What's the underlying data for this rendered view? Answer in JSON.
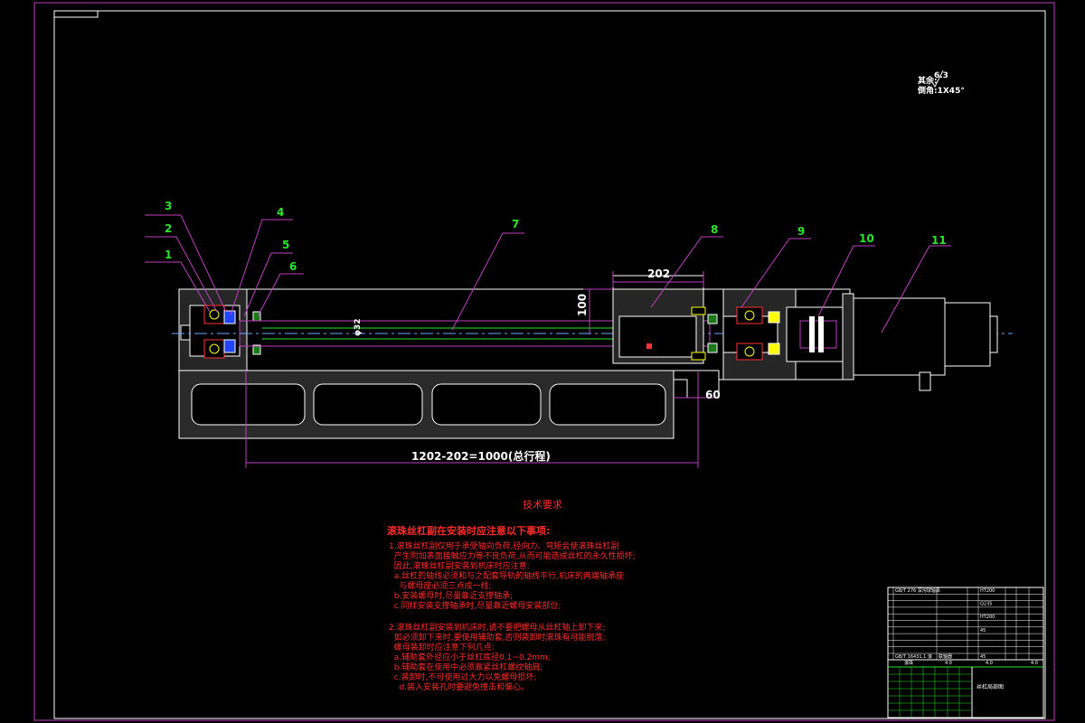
{
  "notes": {
    "roughness_label": "其余:",
    "roughness_value": "6.3",
    "chamfer": "倒角:1X45°"
  },
  "callouts": [
    "1",
    "2",
    "3",
    "4",
    "5",
    "6",
    "7",
    "8",
    "9",
    "10",
    "11"
  ],
  "dimensions": {
    "d202": "202",
    "d100": "100",
    "d60": "60",
    "total_stroke": "1202-202=1000(总行程)",
    "shaft_dia": "φ32"
  },
  "tech": {
    "title": "技术要求",
    "heading": "滚珠丝杠副在安装时应注意以下事项:",
    "lines": [
      "1.滚珠丝杠副仅用于承受轴向负荷,径向力、弯矩会使滚珠丝杠副",
      "  产生附加表面接触应力等不良负荷,从而可能造成丝杠的永久性损坏;",
      "  因此,滚珠丝杠副安装到机床时应注意:",
      "  a.丝杠的轴线必须和与之配套导轨的轴线平行,机床的两端轴承座",
      "    与螺母座必须三点成一线;",
      "  b.安装螺母时,尽量靠近支撑轴承;",
      "  c.同样安装支撑轴承时,尽量靠近螺母安装部位;",
      "2.滚珠丝杠副安装到机床时,请不要把螺母从丝杠轴上卸下来;",
      "  如必须卸下来时,要使用辅助套,否则装卸时滚珠有可能脱落;",
      "  螺母装卸时应注意下列几点:",
      "  a.辅助套外径应小于丝杠底径0.1~0.2mm;",
      "  b.辅助套在使用中必须靠紧丝杠螺纹轴肩;",
      "  c.装卸时,不可使用过大力以免螺母损坏;",
      "    d.装入安装孔时要避免撞击和偏心。"
    ]
  },
  "title_block": {
    "drawing_title": "丝杠局部图",
    "rows_left": [
      "GB/T 276 深沟球轴承",
      "",
      "",
      "",
      "",
      "",
      "",
      "",
      "",
      "",
      "GB/T 16431.1 滚"
    ],
    "rows_mid": [
      "",
      "",
      "",
      "",
      "",
      "",
      "",
      "",
      "",
      "",
      "联轴器"
    ],
    "rows_right": [
      "HT200",
      "",
      "Q235",
      "",
      "HT200",
      "",
      "45",
      "",
      "",
      "",
      "45"
    ],
    "footer_left": "滚珠",
    "footer_mid1": "4.0",
    "footer_mid2": "4.0",
    "footer_right": "4.0"
  }
}
